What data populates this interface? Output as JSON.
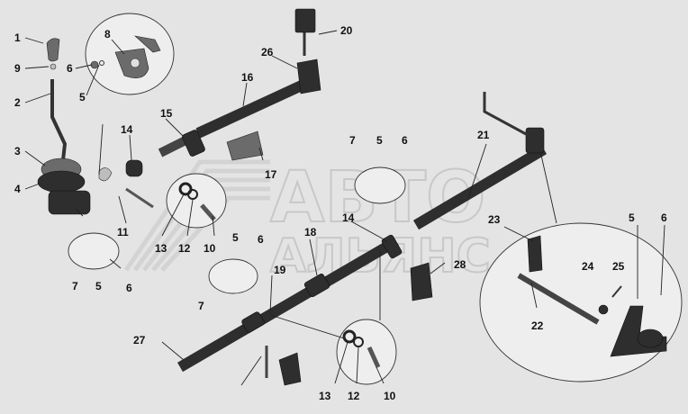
{
  "watermark": {
    "line1": "АВТО",
    "line2": "АЛЬЯНС"
  },
  "callouts": [
    {
      "id": "c1",
      "text": "1"
    },
    {
      "id": "c9",
      "text": "9"
    },
    {
      "id": "c2",
      "text": "2"
    },
    {
      "id": "c3",
      "text": "3"
    },
    {
      "id": "c4",
      "text": "4"
    },
    {
      "id": "c6a",
      "text": "6"
    },
    {
      "id": "c5a",
      "text": "5"
    },
    {
      "id": "c8",
      "text": "8"
    },
    {
      "id": "c14a",
      "text": "14"
    },
    {
      "id": "c15",
      "text": "15"
    },
    {
      "id": "c16",
      "text": "16"
    },
    {
      "id": "c26",
      "text": "26"
    },
    {
      "id": "c20",
      "text": "20"
    },
    {
      "id": "c17",
      "text": "17"
    },
    {
      "id": "c11",
      "text": "11"
    },
    {
      "id": "c13a",
      "text": "13"
    },
    {
      "id": "c12a",
      "text": "12"
    },
    {
      "id": "c10a",
      "text": "10"
    },
    {
      "id": "c7a",
      "text": "7"
    },
    {
      "id": "c5b",
      "text": "5"
    },
    {
      "id": "c6b",
      "text": "6"
    },
    {
      "id": "c5c",
      "text": "5"
    },
    {
      "id": "c6c",
      "text": "6"
    },
    {
      "id": "c7b",
      "text": "7"
    },
    {
      "id": "c19",
      "text": "19"
    },
    {
      "id": "c18",
      "text": "18"
    },
    {
      "id": "c14b",
      "text": "14"
    },
    {
      "id": "c7c",
      "text": "7"
    },
    {
      "id": "c5d",
      "text": "5"
    },
    {
      "id": "c6d",
      "text": "6"
    },
    {
      "id": "c21",
      "text": "21"
    },
    {
      "id": "c28",
      "text": "28"
    },
    {
      "id": "c23",
      "text": "23"
    },
    {
      "id": "c5e",
      "text": "5"
    },
    {
      "id": "c6e",
      "text": "6"
    },
    {
      "id": "c24",
      "text": "24"
    },
    {
      "id": "c25",
      "text": "25"
    },
    {
      "id": "c22",
      "text": "22"
    },
    {
      "id": "c27",
      "text": "27"
    },
    {
      "id": "c13b",
      "text": "13"
    },
    {
      "id": "c12b",
      "text": "12"
    },
    {
      "id": "c10b",
      "text": "10"
    }
  ]
}
